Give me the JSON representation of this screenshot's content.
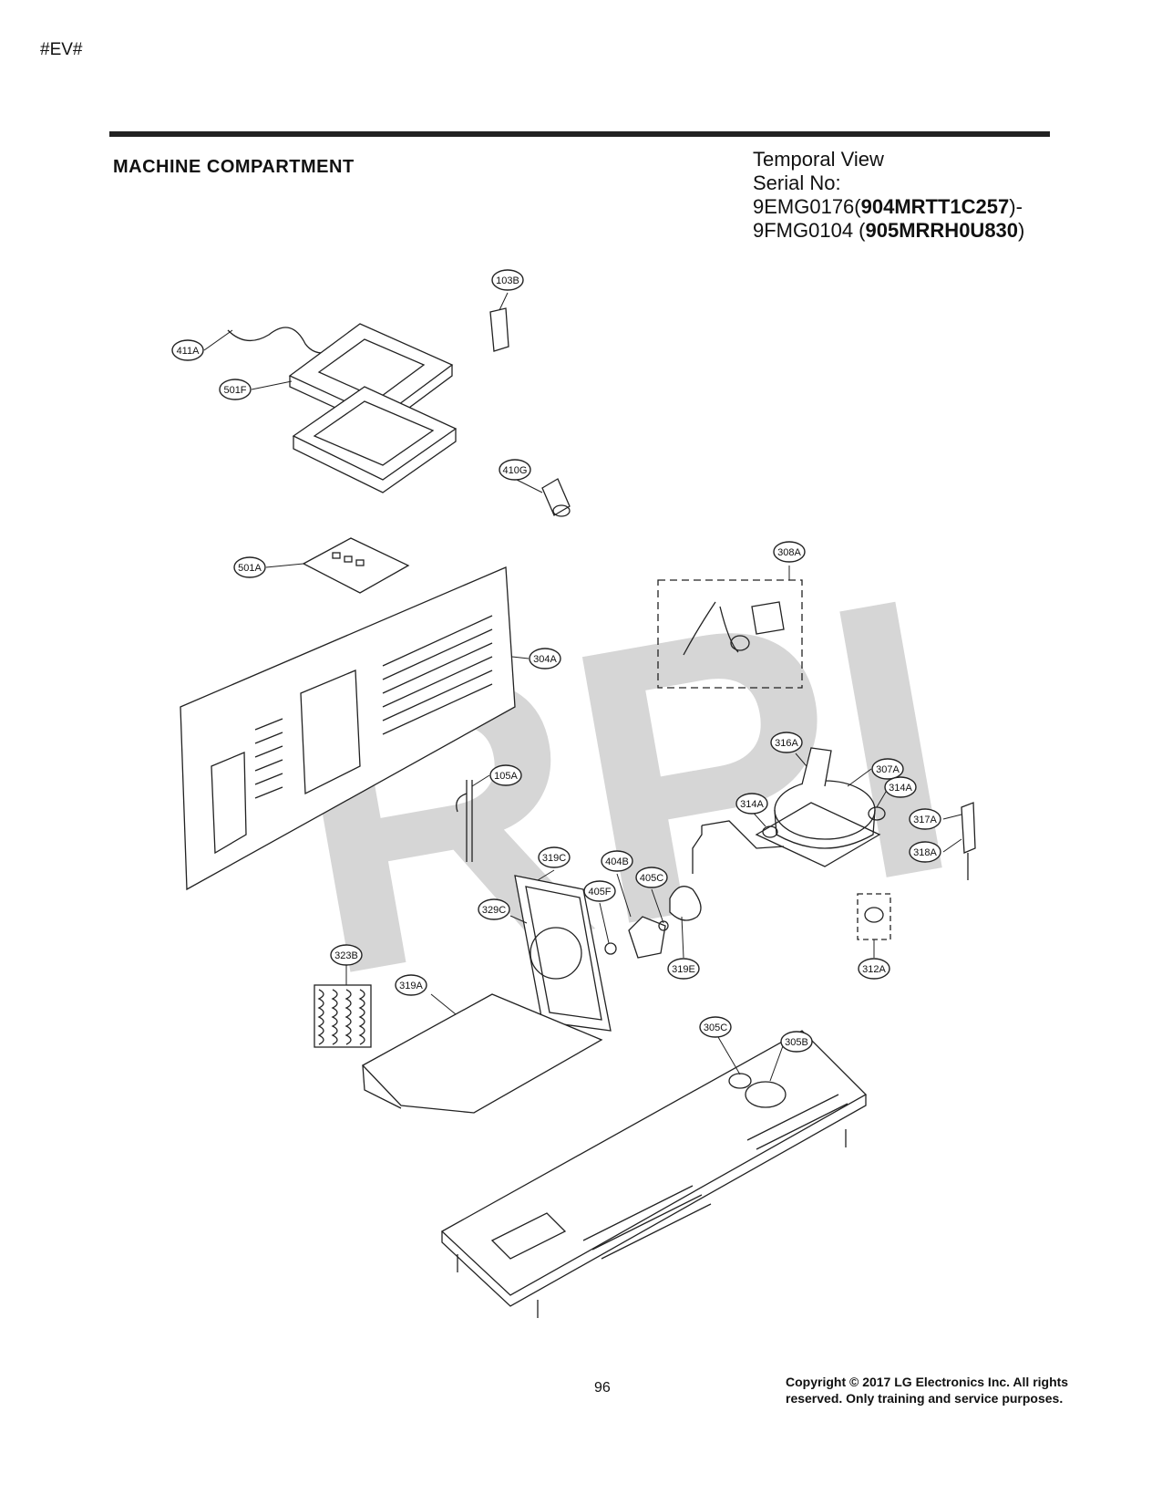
{
  "header": {
    "corner_tag": "#EV#"
  },
  "section": {
    "title": "MACHINE COMPARTMENT"
  },
  "serial": {
    "line1": "Temporal View",
    "line2": "Serial No:",
    "line3_prefix": "9EMG0176(",
    "line3_bold": "904MRTT1C257",
    "line3_suffix": ")-",
    "line4_prefix": "9FMG0104 (",
    "line4_bold": "905MRRH0U830",
    "line4_suffix": ")"
  },
  "watermark": "RPI",
  "callouts": {
    "c103B": "103B",
    "c411A": "411A",
    "c501F": "501F",
    "c410G": "410G",
    "c501A": "501A",
    "c308A": "308A",
    "c304A": "304A",
    "c105A": "105A",
    "c316A": "316A",
    "c307A": "307A",
    "c314A_1": "314A",
    "c314A_2": "314A",
    "c317A": "317A",
    "c318A": "318A",
    "c319C": "319C",
    "c404B": "404B",
    "c405C": "405C",
    "c405F": "405F",
    "c329C": "329C",
    "c319E": "319E",
    "c312A": "312A",
    "c323B": "323B",
    "c319A": "319A",
    "c305C": "305C",
    "c305B": "305B"
  },
  "footer": {
    "page_number": "96",
    "copyright_line1": "Copyright © 2017 LG Electronics Inc. All rights",
    "copyright_line2": "reserved. Only training and service purposes."
  }
}
